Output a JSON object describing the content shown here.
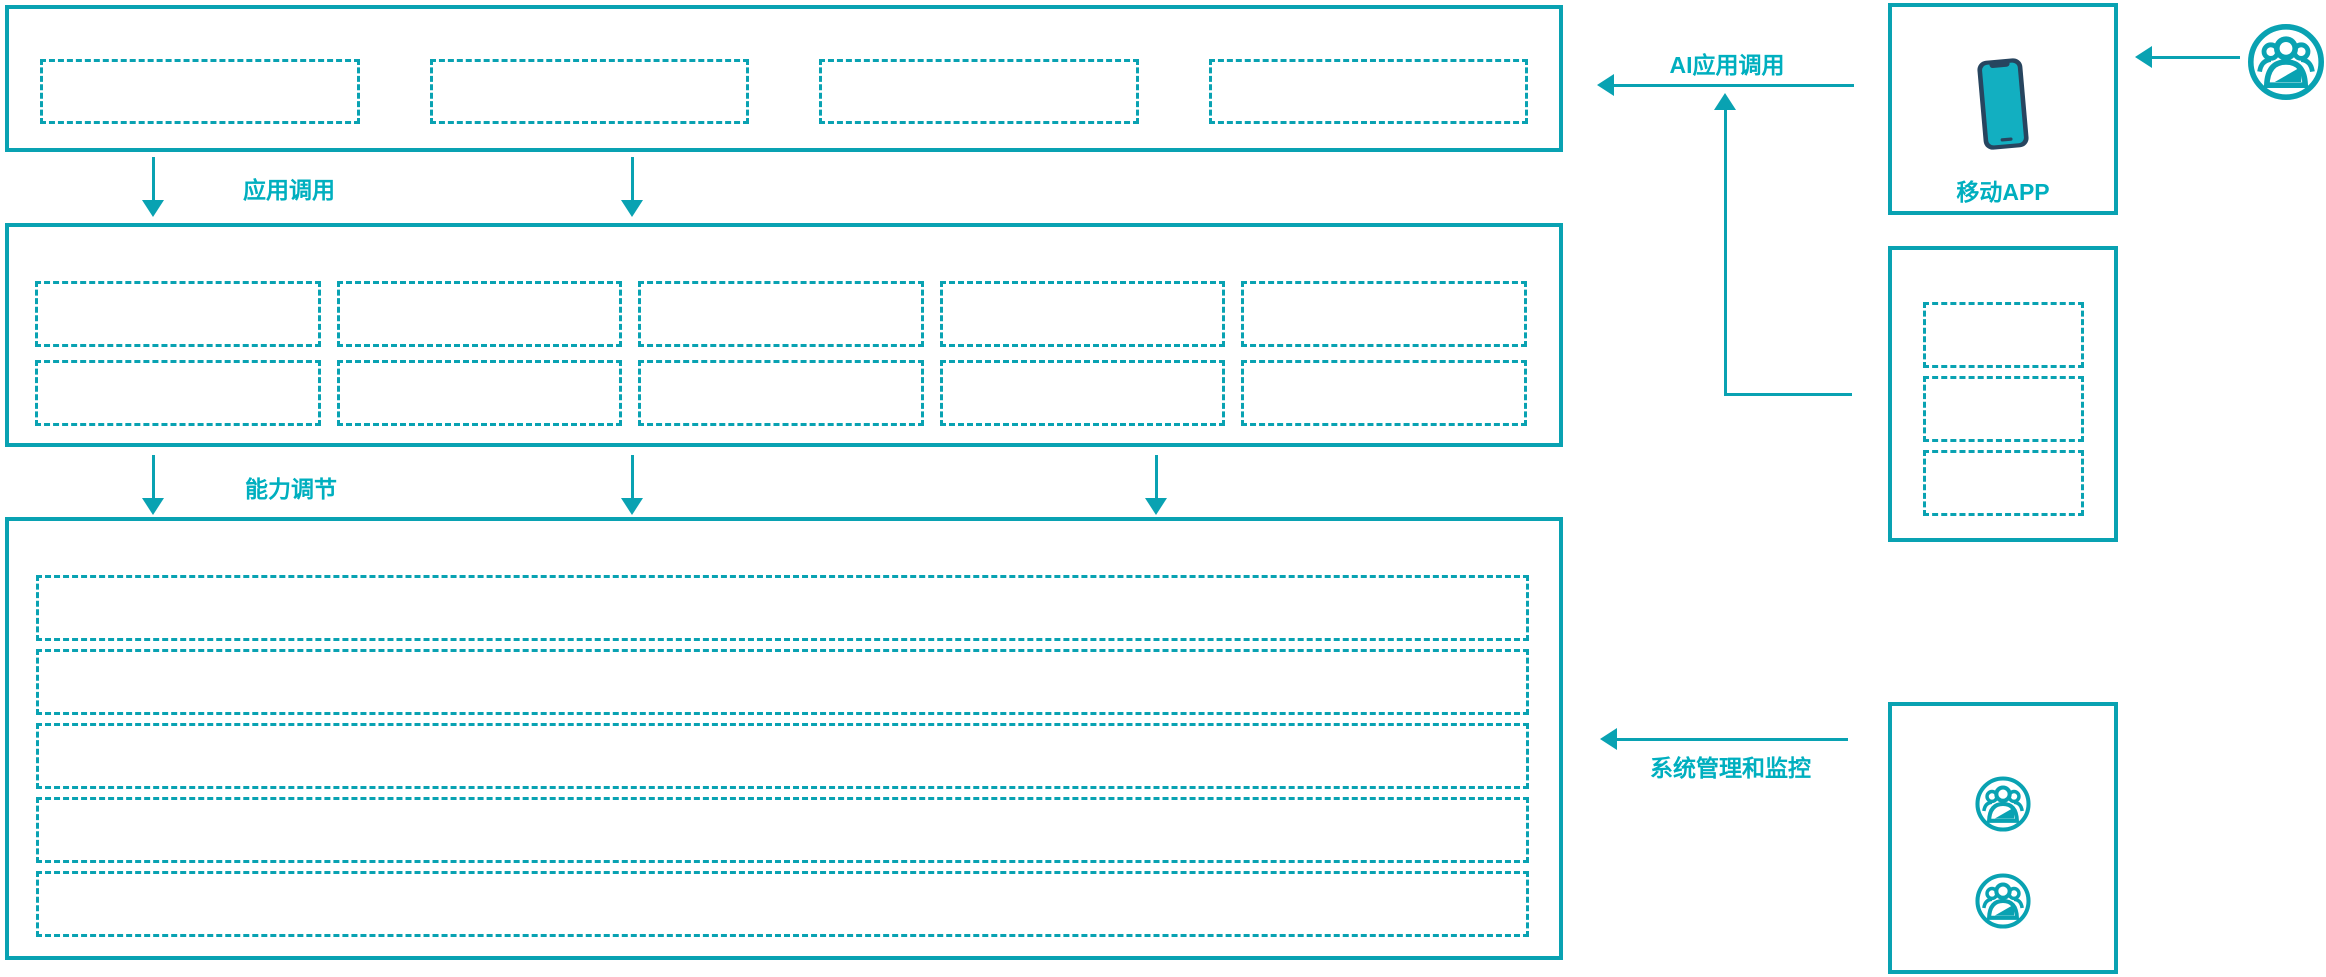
{
  "diagram": {
    "colors": {
      "accent": "#09a2b2",
      "label_text": "#00afbf",
      "phone_frame": "#27455f",
      "phone_screen": "#12afc1",
      "background": "#ffffff"
    },
    "labels": {
      "app_call": "应用调用",
      "capability_adjust": "能力调节",
      "ai_app_call": "AI应用调用",
      "system_monitor": "系统管理和监控",
      "mobile_app": "移动APP"
    },
    "panels": {
      "app_layer": {
        "placeholder_count": 4
      },
      "capability_layer": {
        "row_count": 2,
        "column_count": 5
      },
      "platform_layer": {
        "row_count": 5
      },
      "mobile_app_panel": {
        "icon": "smartphone-icon"
      },
      "service_panel": {
        "placeholder_count": 3
      },
      "operator_panel": {
        "user_icon_count": 2,
        "icon": "users-icon"
      }
    }
  }
}
